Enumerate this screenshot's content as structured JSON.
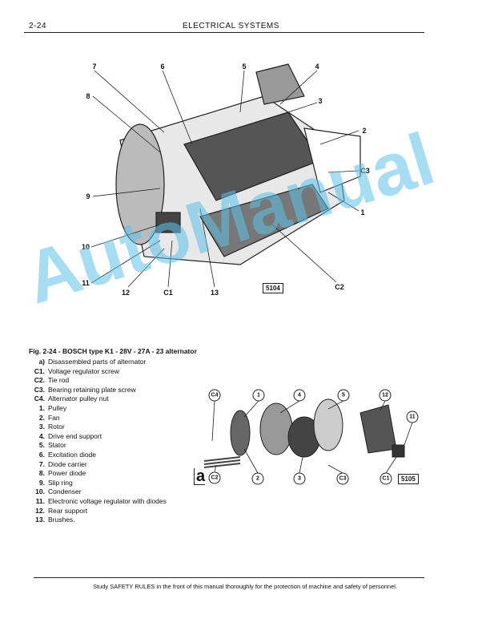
{
  "header": {
    "page_number": "2-24",
    "section_title": "ELECTRICAL SYSTEMS"
  },
  "figure_main": {
    "callouts": [
      "7",
      "6",
      "5",
      "4",
      "3",
      "2",
      "C3",
      "1",
      "8",
      "9",
      "10",
      "11",
      "12",
      "C1",
      "13",
      "C2"
    ],
    "plate_number": "5104"
  },
  "figure_exploded": {
    "callouts": [
      "C4",
      "1",
      "4",
      "5",
      "12",
      "11",
      "C2",
      "2",
      "3",
      "C3",
      "C1"
    ],
    "panel_letter": "a",
    "plate_number": "5105"
  },
  "caption": "Fig. 2-24 - BOSCH type K1 - 28V - 27A - 23 alternator",
  "legend": [
    {
      "key": "a)",
      "text": "Disassembled parts of alternator"
    },
    {
      "key": "C1.",
      "text": "Voltage regulator screw"
    },
    {
      "key": "C2.",
      "text": "Tie rod"
    },
    {
      "key": "C3.",
      "text": "Bearing retaining plate screw"
    },
    {
      "key": "C4.",
      "text": "Alternator pulley nut"
    },
    {
      "key": "1.",
      "text": "Pulley"
    },
    {
      "key": "2.",
      "text": "Fan"
    },
    {
      "key": "3.",
      "text": "Rotor"
    },
    {
      "key": "4.",
      "text": "Drive end support"
    },
    {
      "key": "5.",
      "text": "Stator"
    },
    {
      "key": "6.",
      "text": "Excitation diode"
    },
    {
      "key": "7.",
      "text": "Diode carrier"
    },
    {
      "key": "8.",
      "text": "Power diode"
    },
    {
      "key": "9.",
      "text": "Slip ring"
    },
    {
      "key": "10.",
      "text": "Condenser"
    },
    {
      "key": "11.",
      "text": "Electronic voltage regulator with diodes"
    },
    {
      "key": "12.",
      "text": "Rear support"
    },
    {
      "key": "13.",
      "text": "Brushes."
    }
  ],
  "footer": "Study SAFETY RULES in the front of this manual thoroughly for the protection of machine and safety of personnel.",
  "watermark": "AutoManual"
}
